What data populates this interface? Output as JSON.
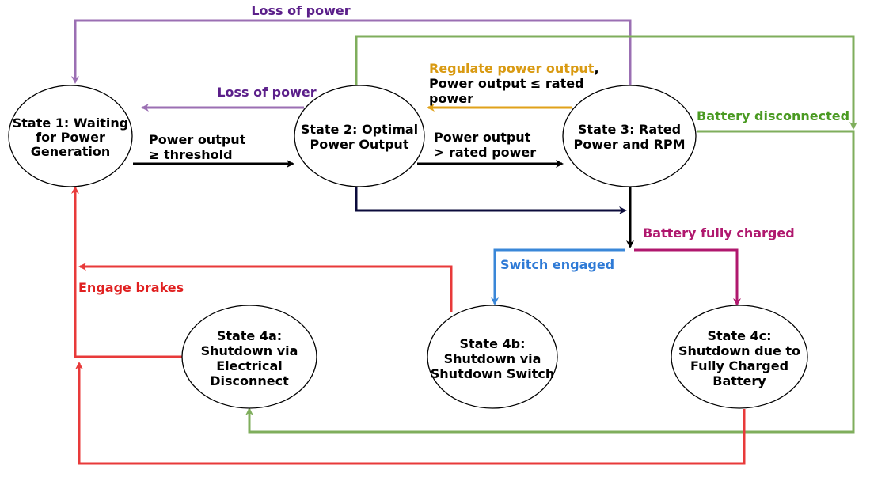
{
  "colors": {
    "black": "#000000",
    "navy": "#0b0b3b",
    "purple": "#9b6fb3",
    "purple_text": "#5b1f8a",
    "green": "#7fae5c",
    "green_text": "#4a9a22",
    "orange": "#e0a21a",
    "orange_text": "#d99a12",
    "blue": "#3a87d8",
    "blue_text": "#2e7ad6",
    "magenta": "#b0186e",
    "magenta_text": "#b0186e",
    "red": "#e83a3a",
    "red_text": "#e02020"
  },
  "states": {
    "s1": {
      "lines": [
        "State 1: Waiting",
        "for Power",
        "Generation"
      ]
    },
    "s2": {
      "lines": [
        "State 2: Optimal",
        "Power Output"
      ]
    },
    "s3": {
      "lines": [
        "State 3: Rated",
        "Power and RPM"
      ]
    },
    "s4a": {
      "lines": [
        "State 4a:",
        "Shutdown via",
        "Electrical",
        "Disconnect"
      ]
    },
    "s4b": {
      "lines": [
        "State 4b:",
        "Shutdown via",
        "Shutdown Switch"
      ]
    },
    "s4c": {
      "lines": [
        "State 4c:",
        "Shutdown due to",
        "Fully Charged",
        "Battery"
      ]
    }
  },
  "labels": {
    "loss_of_power_top": "Loss of power",
    "loss_of_power_mid": "Loss of power",
    "power_threshold_1": "Power output",
    "power_threshold_2": "≥ threshold",
    "power_rated_1": "Power output",
    "power_rated_2": "> rated power",
    "regulate_1": "Regulate power output",
    "regulate_comma": ",",
    "regulate_2": "Power output ≤ rated",
    "regulate_3": "power",
    "battery_disconnected": "Battery disconnected",
    "battery_fully_charged": "Battery fully charged",
    "switch_engaged": "Switch engaged",
    "engage_brakes": "Engage brakes"
  }
}
